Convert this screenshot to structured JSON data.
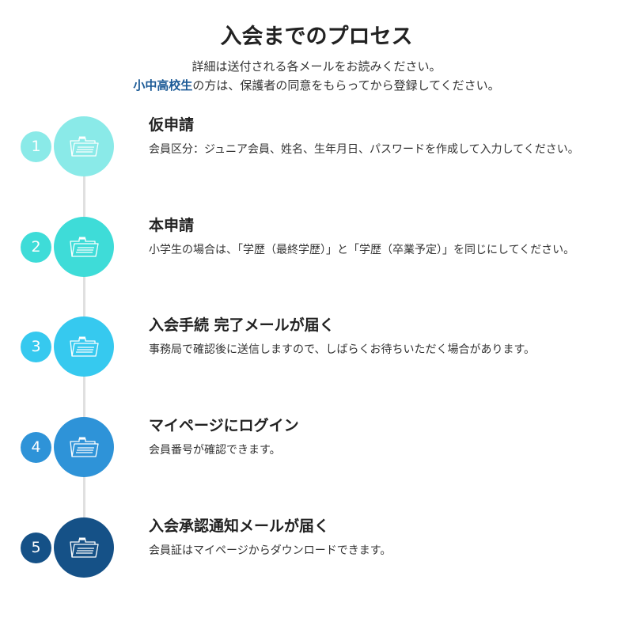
{
  "header": {
    "title": "入会までのプロセス",
    "line1": "詳細は送付される各メールをお読みください。",
    "line2_highlight": "小中高校生",
    "line2_rest": "の方は、保護者の同意をもらってから登録してください。"
  },
  "icon": "folder-icon",
  "steps": [
    {
      "number": "1",
      "title": "仮申請",
      "desc": "会員区分：ジュニア会員、姓名、生年月日、パスワードを作成して入力してください。",
      "color": "#8aeae8"
    },
    {
      "number": "2",
      "title": "本申請",
      "desc": "小学生の場合は、「学歴（最終学歴）」と「学歴（卒業予定）」を同じにしてください。",
      "color": "#3edcd8"
    },
    {
      "number": "3",
      "title": "入会手続 完了メールが届く",
      "desc": "事務局で確認後に送信しますので、しばらくお待ちいただく場合があります。",
      "color": "#36c9ef"
    },
    {
      "number": "4",
      "title": "マイページにログイン",
      "desc": "会員番号が確認できます。",
      "color": "#2e93d8"
    },
    {
      "number": "5",
      "title": "入会承認通知メールが届く",
      "desc": "会員証はマイページからダウンロードできます。",
      "color": "#155187"
    }
  ]
}
